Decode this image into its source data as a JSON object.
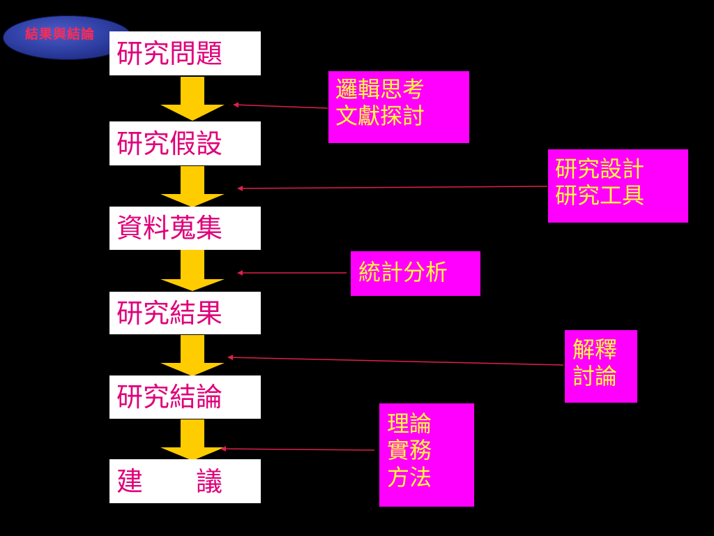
{
  "badge": {
    "label": "結果與結論"
  },
  "steps": [
    {
      "label": "研究問題"
    },
    {
      "label": "研究假設"
    },
    {
      "label": "資料蒐集"
    },
    {
      "label": "研究結果"
    },
    {
      "label": "研究結論"
    },
    {
      "label": "建　　議"
    }
  ],
  "notes": [
    {
      "lines": [
        "邏輯思考",
        "文獻探討"
      ]
    },
    {
      "lines": [
        "研究設計",
        "研究工具"
      ]
    },
    {
      "lines": [
        "統計分析"
      ]
    },
    {
      "lines": [
        "解釋",
        "討論"
      ]
    },
    {
      "lines": [
        "理論",
        "實務",
        "方法"
      ]
    }
  ],
  "colors": {
    "background": "#000000",
    "flow_arrow": "#ffcc00",
    "pointer": "#e0204a",
    "step_text": "#e0007a",
    "note_fill": "#ff00ff",
    "note_text": "#ffff33"
  }
}
